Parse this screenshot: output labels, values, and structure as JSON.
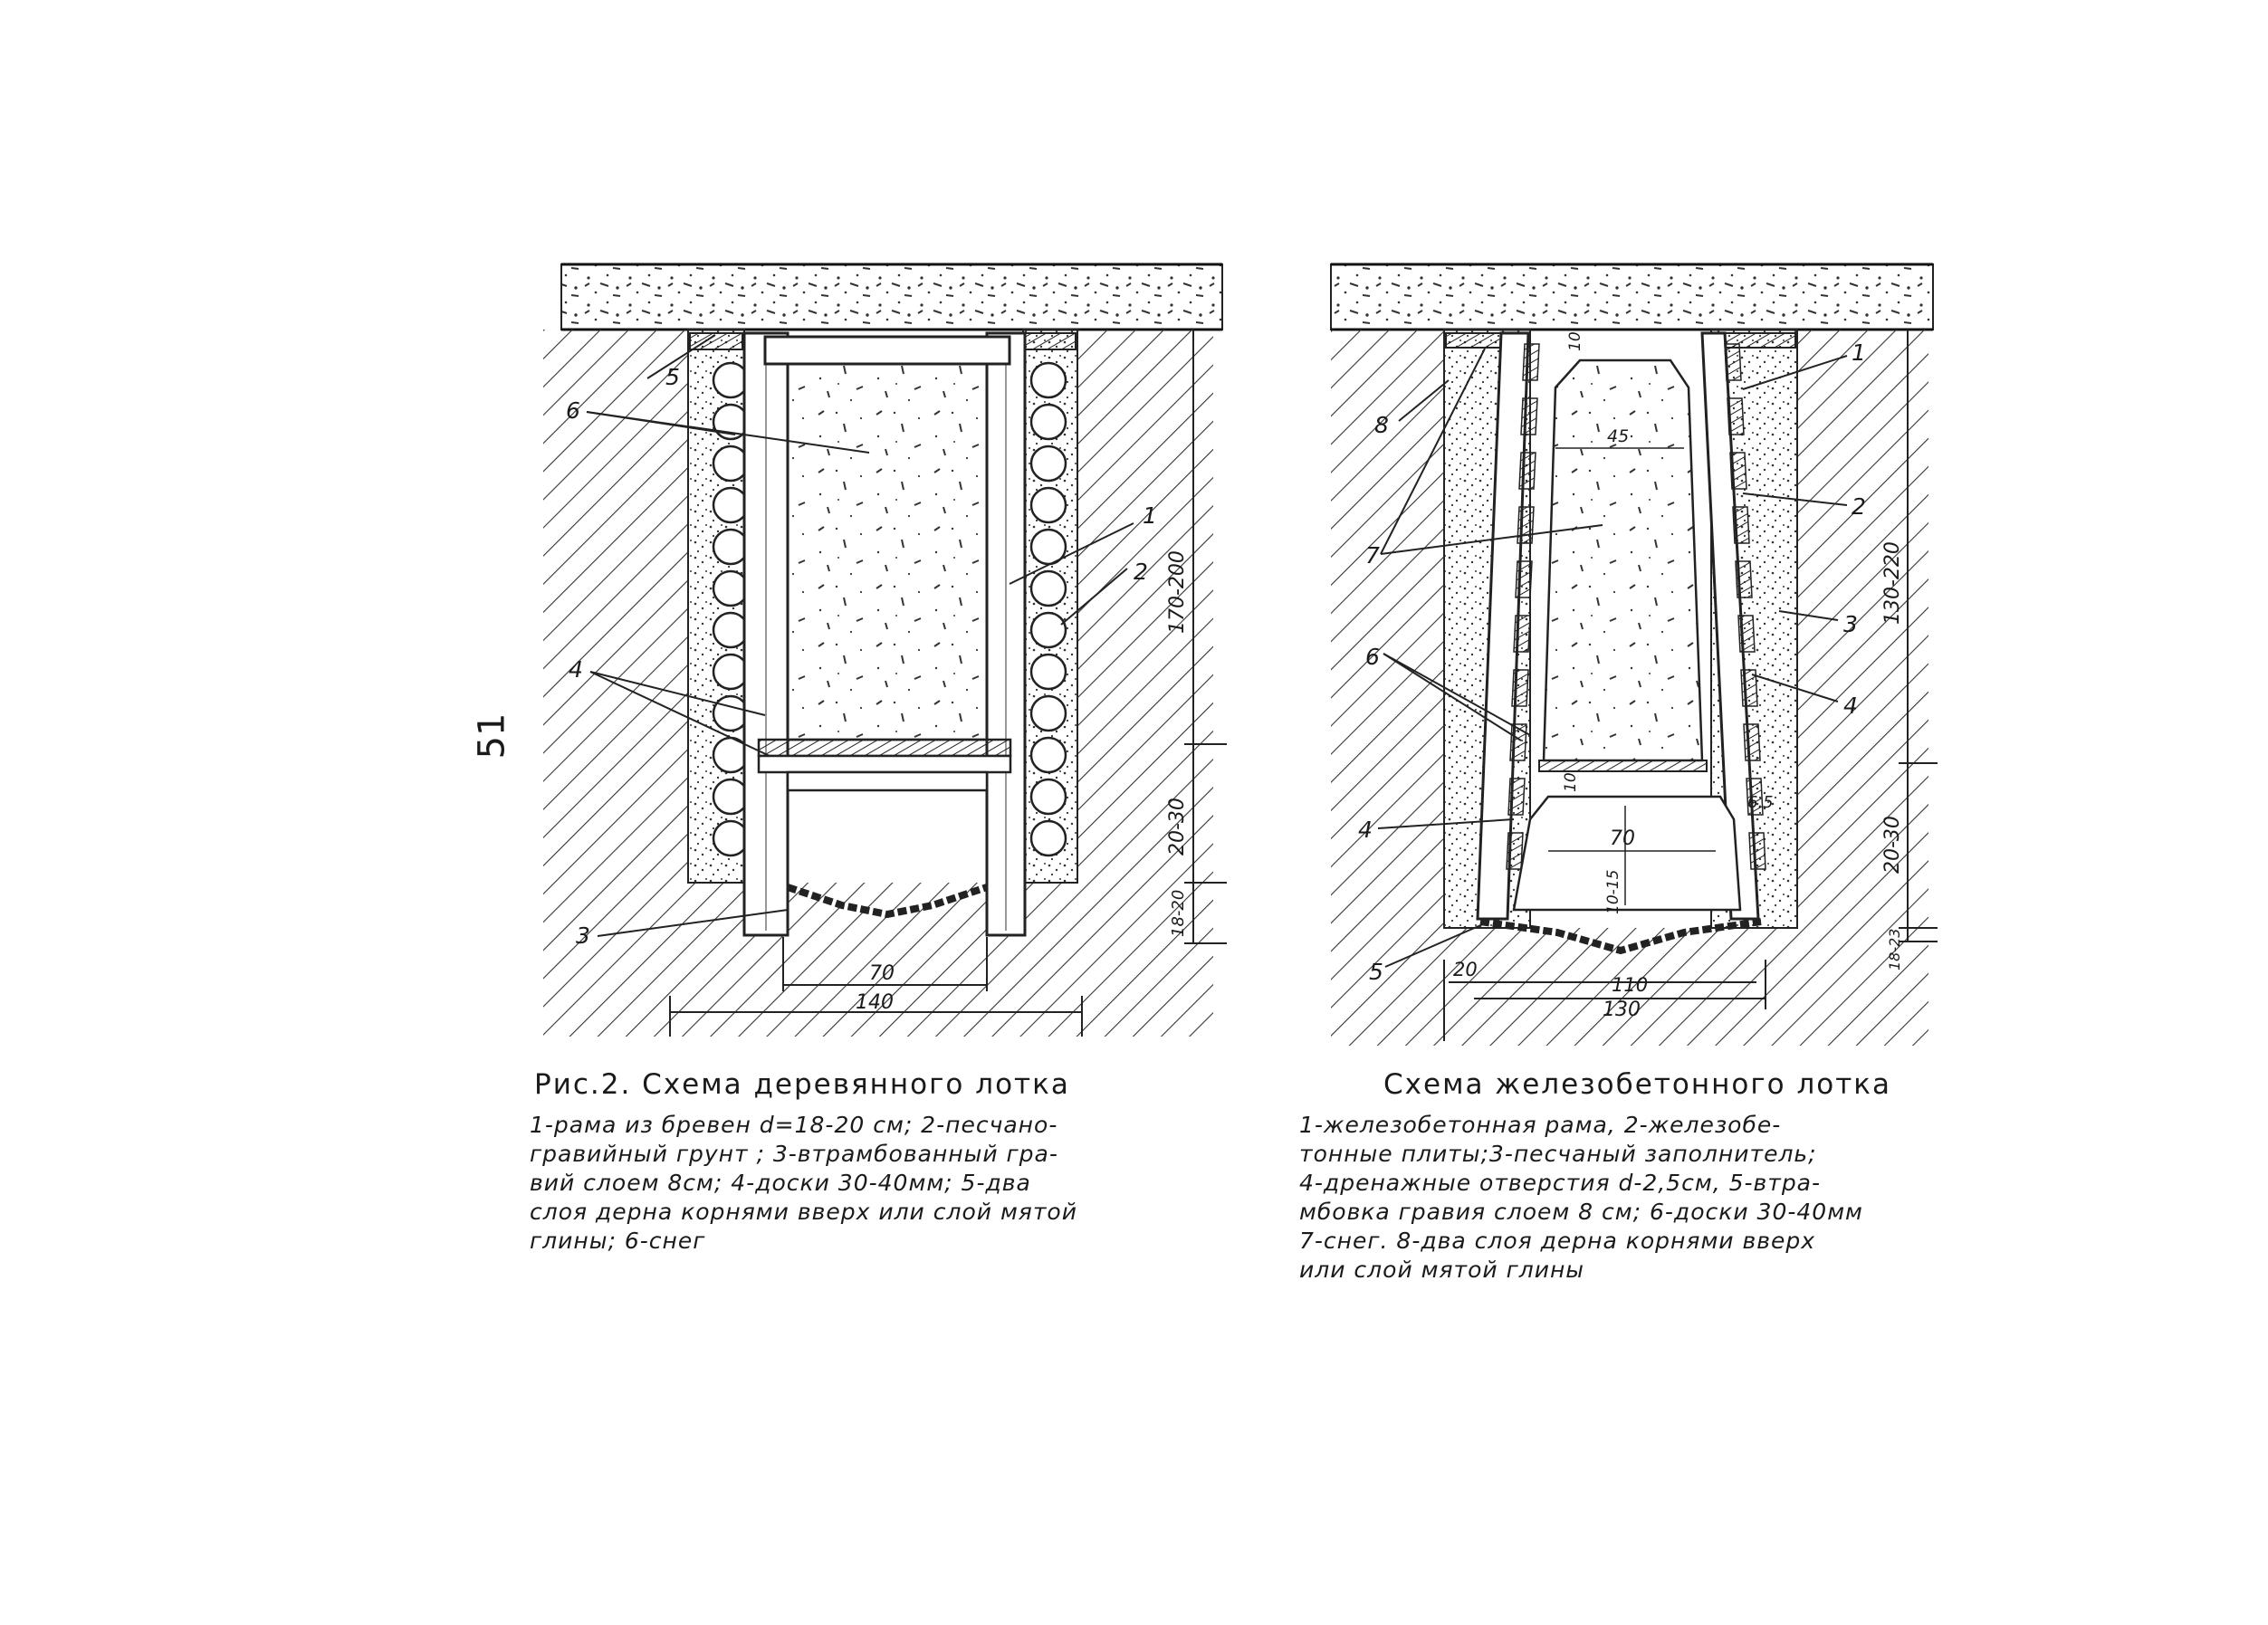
{
  "page_number": "51",
  "left_diagram": {
    "callouts": [
      "1",
      "2",
      "3",
      "4",
      "5",
      "6"
    ],
    "dimensions": {
      "height_main": "170-200",
      "height_lower": "20-30",
      "height_bottom": "18-20",
      "inner_width": "70",
      "outer_width": "140"
    },
    "caption_title": "Рис.2. Схема деревянного лотка",
    "caption_lines": [
      "1-рама из бревен d=18-20 см; 2-песчано-",
      "гравийный грунт ; 3-втрамбованный гра-",
      "вий слоем 8см; 4-доски 30-40мм; 5-два",
      "слоя дерна корнями вверх или слой мятой",
      "глины; 6-снег"
    ]
  },
  "right_diagram": {
    "callouts": [
      "1",
      "2",
      "3",
      "4",
      "4",
      "5",
      "6",
      "7",
      "8"
    ],
    "dimensions": {
      "top_gap": "10",
      "upper_width": "45",
      "mid_gap": "10",
      "side_gap": "6.5",
      "lower_width": "70",
      "lower_height": "10-15",
      "height_main": "130-220",
      "height_lower": "20-30",
      "height_bottom": "18-23",
      "left_offset": "20",
      "inner_width": "110",
      "outer_width": "130"
    },
    "caption_title": "Схема железобетонного лотка",
    "caption_lines": [
      "1-железобетонная рама, 2-железобе-",
      "тонные плиты;3-песчаный заполнитель;",
      "4-дренажные отверстия d-2,5см, 5-втра-",
      "мбовка гравия слоем 8 см; 6-доски 30-40мм",
      "7-снег. 8-два слоя дерна корнями вверх",
      "или слой мятой глины"
    ]
  }
}
